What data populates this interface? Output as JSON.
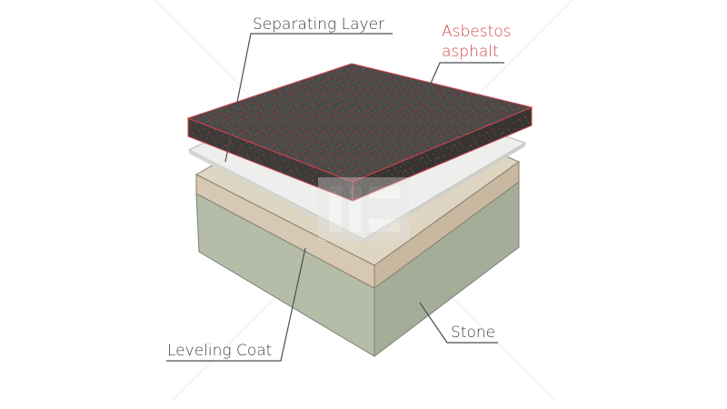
{
  "diagram": {
    "labels": {
      "separating_layer": "Separating Layer",
      "asbestos_line1": "Asbestos",
      "asbestos_line2": "asphalt",
      "leveling_coat": "Leveling Coat",
      "stone": "Stone"
    },
    "colors": {
      "label_text": "#3a3f44",
      "accent_red": "#d0454c",
      "leader_line": "#4a4f54",
      "asphalt_top": "#4a4a48",
      "asphalt_side": "#3b3b3a",
      "asphalt_speckle": "#a8343c",
      "separating_top": "#eeeeec",
      "separating_side": "#d6d6d3",
      "leveling_top": "#dfd5c3",
      "leveling_side_left": "#d6c8b2",
      "leveling_side_right": "#c7b89f",
      "stone_left": "#b5bca8",
      "stone_right": "#a5ad98",
      "edge": "#7d8274"
    }
  }
}
